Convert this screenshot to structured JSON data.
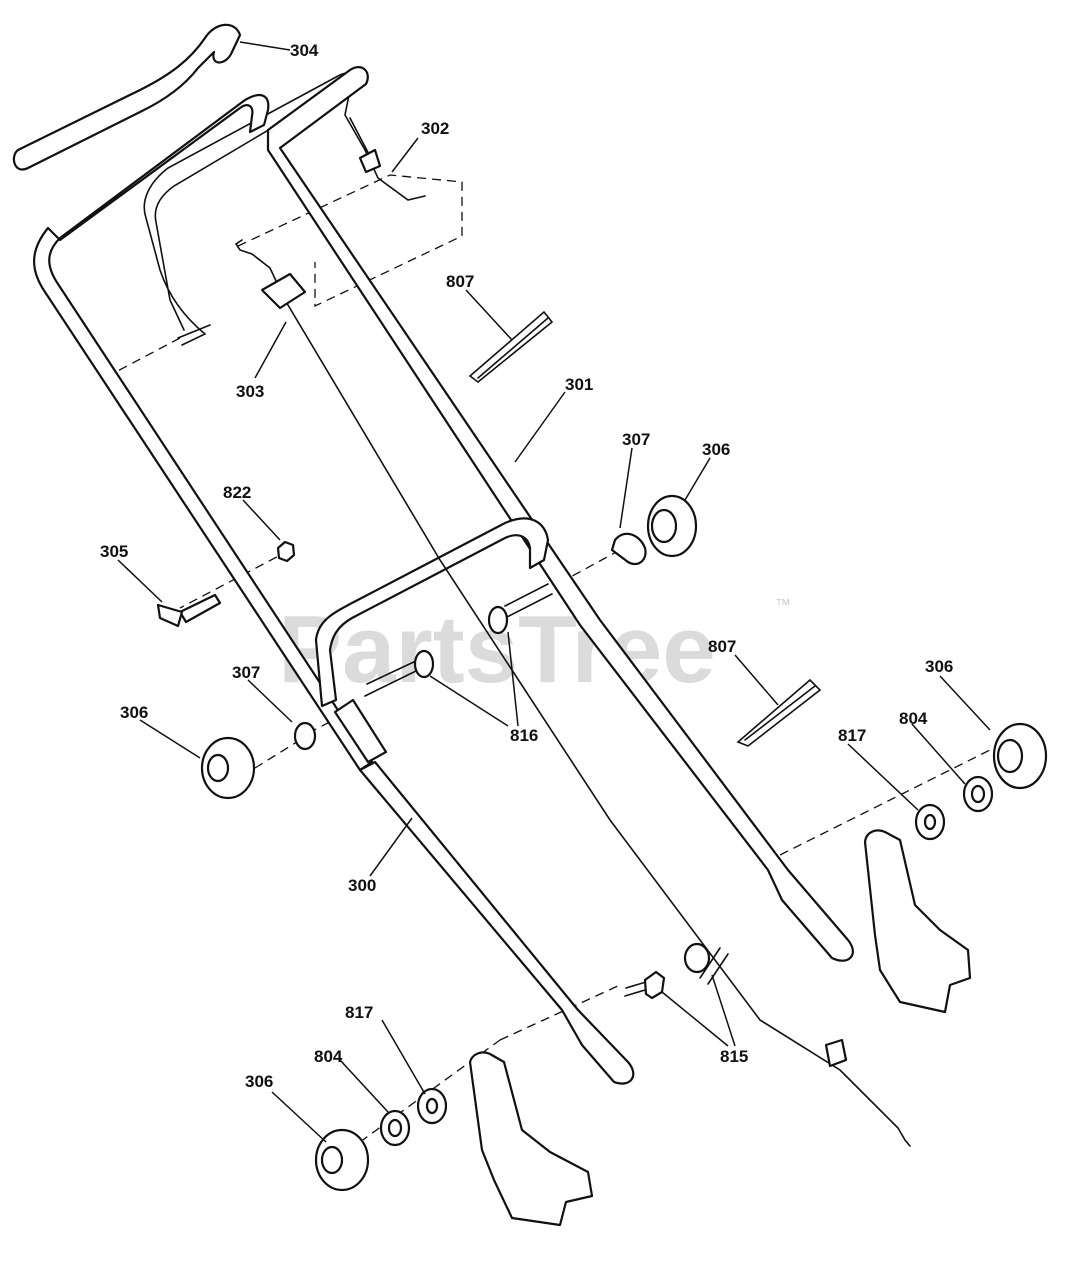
{
  "watermark": {
    "text": "PartsTree",
    "trademark": "™"
  },
  "labels": {
    "l304": "304",
    "l302": "302",
    "l807a": "807",
    "l303": "303",
    "l301": "301",
    "l307a": "307",
    "l306a": "306",
    "l822": "822",
    "l305": "305",
    "l807b": "807",
    "l306b": "306",
    "l307b": "307",
    "l306c": "306",
    "l816": "816",
    "l817a": "817",
    "l804a": "804",
    "l300": "300",
    "l815": "815",
    "l817b": "817",
    "l804b": "804",
    "l306d": "306"
  }
}
